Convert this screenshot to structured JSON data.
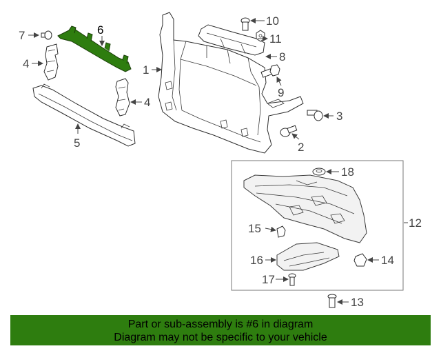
{
  "diagram": {
    "highlight_color": "#2e7d0f",
    "highlighted_part": "6",
    "labels": {
      "p1": "1",
      "p2": "2",
      "p3": "3",
      "p4a": "4",
      "p4b": "4",
      "p5": "5",
      "p6": "6",
      "p7": "7",
      "p8": "8",
      "p9": "9",
      "p10": "10",
      "p11": "11",
      "p12": "12",
      "p13": "13",
      "p14": "14",
      "p15": "15",
      "p16": "16",
      "p17": "17",
      "p18": "18"
    }
  },
  "banner": {
    "line1": "Part or sub-assembly is #6 in diagram",
    "line2": "Diagram may not be specific to your vehicle"
  }
}
